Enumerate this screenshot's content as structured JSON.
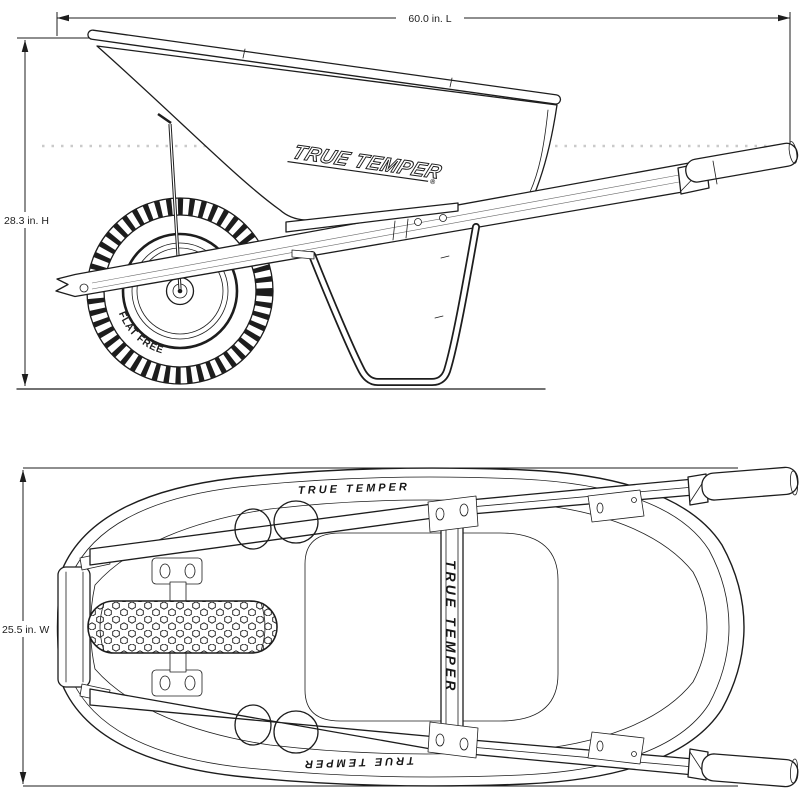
{
  "title": "Wheelbarrow dimension drawing",
  "dimensions": {
    "length_label": "60.0 in. L",
    "height_label": "28.3 in. H",
    "width_label": "25.5 in. W"
  },
  "branding": {
    "logo_text": "TRUE TEMPER",
    "registered_mark": "®",
    "tire_label": "FLAT FREE",
    "top_view_logo_top": "TRUE TEMPER",
    "top_view_logo_bottom": "TRUE TEMPER",
    "crossbar_logo": "TRUE TEMPER"
  },
  "colors": {
    "line": "#1d1d1d",
    "background": "#ffffff"
  }
}
